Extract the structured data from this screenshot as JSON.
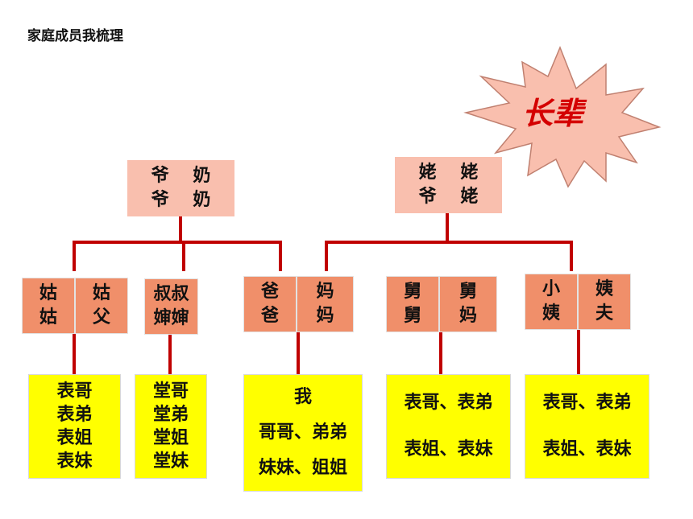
{
  "title": "家庭成员我梳理",
  "burst_label": "长辈",
  "grandparents_paternal": [
    "爷　 奶",
    "爷　 奶"
  ],
  "grandparents_maternal": [
    "姥　 姥",
    "爷　 姥"
  ],
  "aunt_paternal": {
    "left": [
      "姑",
      "姑"
    ],
    "right": [
      "姑",
      "父"
    ]
  },
  "uncle_paternal": [
    "叔叔",
    "婶婶"
  ],
  "parents": {
    "left": [
      "爸",
      "爸"
    ],
    "right": [
      "妈",
      "妈"
    ]
  },
  "uncle_maternal": {
    "left": [
      "舅",
      "舅"
    ],
    "right": [
      "舅",
      "妈"
    ]
  },
  "aunt_maternal": {
    "left": [
      "小",
      "姨"
    ],
    "right": [
      "姨",
      "夫"
    ]
  },
  "cousins_aunt_paternal": [
    "表哥",
    "表弟",
    "表姐",
    "表妹"
  ],
  "cousins_uncle_paternal": [
    "堂哥",
    "堂弟",
    "堂姐",
    "堂妹"
  ],
  "siblings": [
    "我",
    "哥哥、弟弟",
    "妹妹、姐姐"
  ],
  "cousins_uncle_maternal": [
    "表哥、表弟",
    "表姐、表妹"
  ],
  "cousins_aunt_maternal": [
    "表哥、表弟",
    "表姐、表妹"
  ],
  "colors": {
    "line": "#c00000",
    "elder_box": "#f9bfae",
    "member_box": "#f08f6a",
    "child_box": "#ffff00",
    "burst": "#f9bfae",
    "burst_text": "#d40000"
  }
}
